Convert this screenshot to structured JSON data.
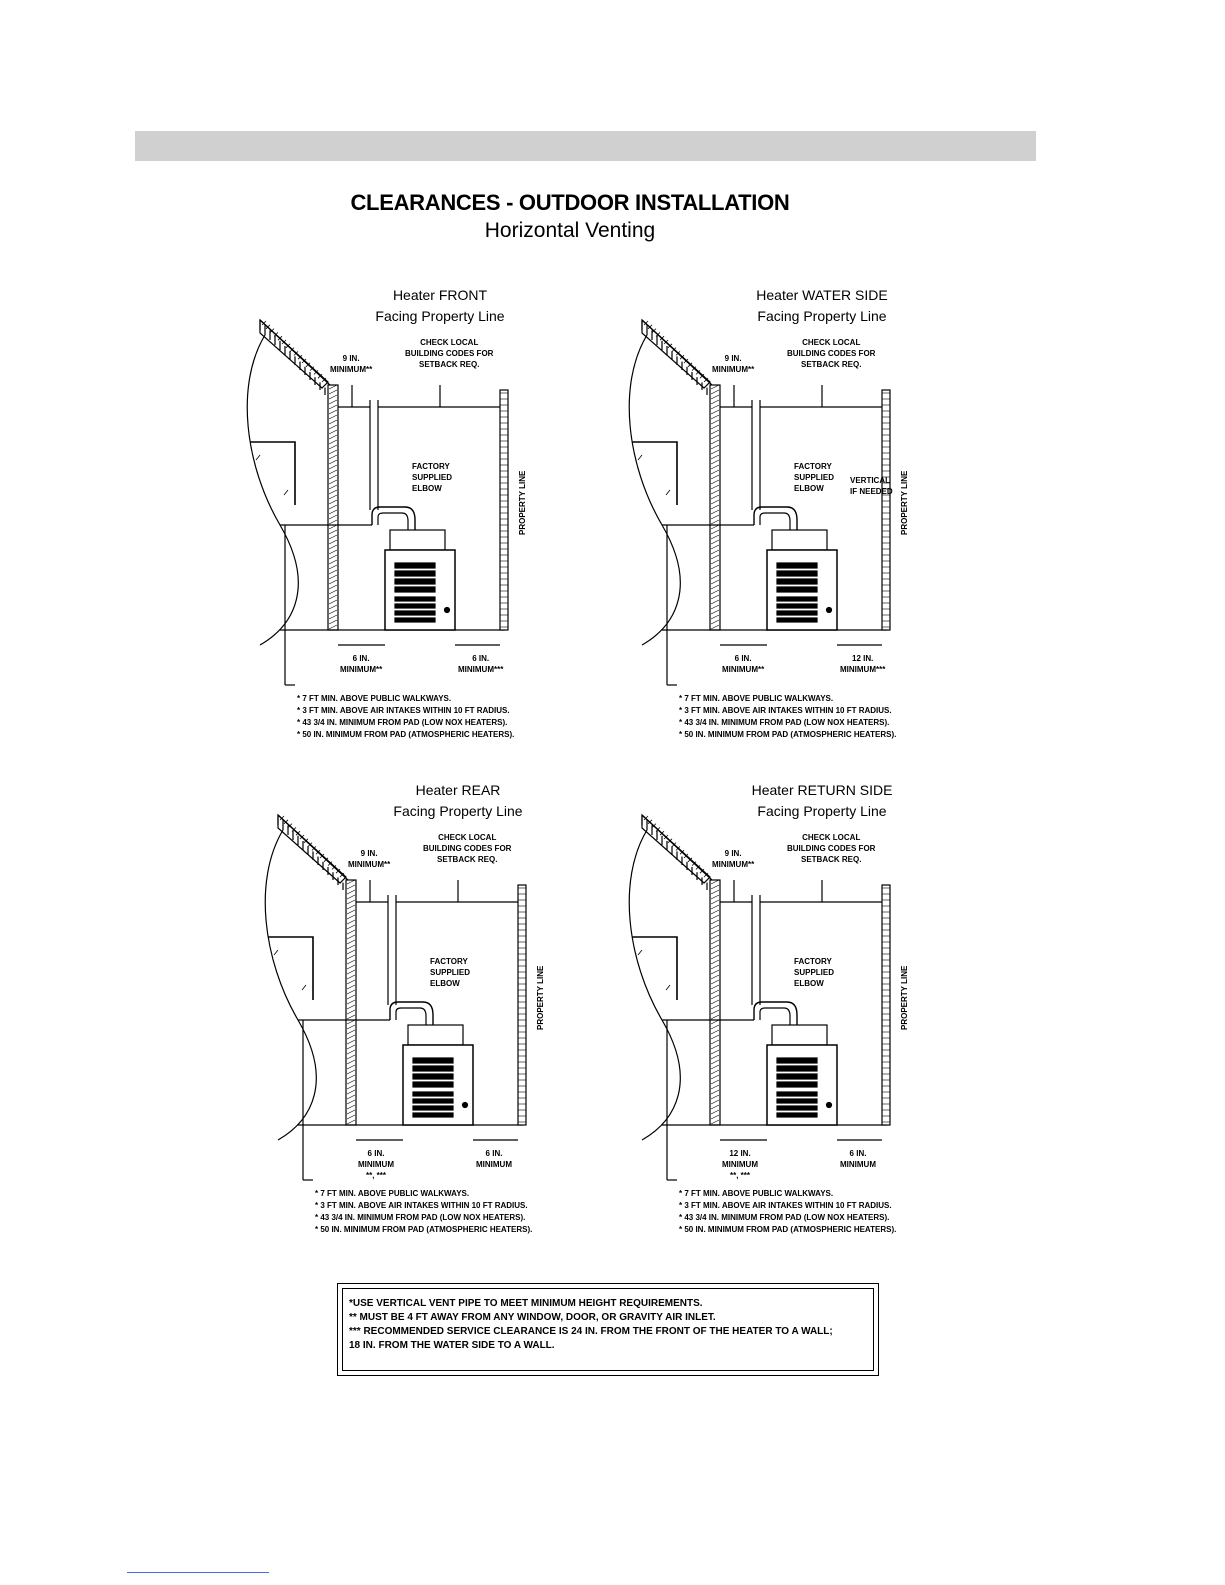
{
  "title": "CLEARANCES - OUTDOOR INSTALLATION",
  "subtitle": "Horizontal Venting",
  "panels": [
    {
      "title_line1": "Heater FRONT",
      "title_line2": "Facing Property Line",
      "wall_clearance": "9 IN.\nMINIMUM**",
      "setback": "CHECK LOCAL\nBUILDING CODES FOR\nSETBACK REQ.",
      "elbow": "FACTORY\nSUPPLIED\nELBOW",
      "vertical": "",
      "property_line": "PROPERTY LINE",
      "left_min": "6 IN.\nMINIMUM**",
      "right_min": "6 IN.\nMINIMUM***",
      "notes": [
        "* 7 FT MIN. ABOVE PUBLIC WALKWAYS.",
        "* 3 FT MIN. ABOVE AIR INTAKES WITHIN 10 FT RADIUS.",
        "* 43 3/4 IN. MINIMUM FROM PAD (LOW NOX HEATERS).",
        "* 50 IN. MINIMUM FROM PAD (ATMOSPHERIC HEATERS)."
      ]
    },
    {
      "title_line1": "Heater WATER SIDE",
      "title_line2": "Facing Property Line",
      "wall_clearance": "9 IN.\nMINIMUM**",
      "setback": "CHECK LOCAL\nBUILDING CODES FOR\nSETBACK REQ.",
      "elbow": "FACTORY\nSUPPLIED\nELBOW",
      "vertical": "VERTICAL\nIF NEEDED",
      "property_line": "PROPERTY LINE",
      "left_min": "6 IN.\nMINIMUM**",
      "right_min": "12 IN.\nMINIMUM***",
      "notes": [
        "* 7 FT MIN. ABOVE PUBLIC WALKWAYS.",
        "* 3 FT MIN. ABOVE AIR INTAKES WITHIN 10 FT RADIUS.",
        "* 43 3/4 IN. MINIMUM FROM PAD (LOW NOX HEATERS).",
        "* 50 IN. MINIMUM FROM PAD (ATMOSPHERIC HEATERS)."
      ]
    },
    {
      "title_line1": "Heater REAR",
      "title_line2": "Facing Property Line",
      "wall_clearance": "9 IN.\nMINIMUM**",
      "setback": "CHECK LOCAL\nBUILDING CODES FOR\nSETBACK REQ.",
      "elbow": "FACTORY\nSUPPLIED\nELBOW",
      "vertical": "",
      "property_line": "PROPERTY LINE",
      "left_min": "6 IN.\nMINIMUM\n**, ***",
      "right_min": "6 IN.\nMINIMUM",
      "notes": [
        "* 7 FT MIN. ABOVE PUBLIC WALKWAYS.",
        "* 3 FT MIN. ABOVE AIR INTAKES WITHIN 10 FT RADIUS.",
        "* 43 3/4 IN. MINIMUM FROM PAD (LOW NOX HEATERS).",
        "* 50 IN. MINIMUM FROM PAD (ATMOSPHERIC HEATERS)."
      ]
    },
    {
      "title_line1": "Heater RETURN SIDE",
      "title_line2": "Facing Property Line",
      "wall_clearance": "9 IN.\nMINIMUM**",
      "setback": "CHECK LOCAL\nBUILDING CODES FOR\nSETBACK REQ.",
      "elbow": "FACTORY\nSUPPLIED\nELBOW",
      "vertical": "",
      "property_line": "PROPERTY LINE",
      "left_min": "12 IN.\nMINIMUM\n**, ***",
      "right_min": "6 IN.\nMINIMUM",
      "notes": [
        "* 7 FT MIN. ABOVE PUBLIC WALKWAYS.",
        "* 3 FT MIN. ABOVE AIR INTAKES WITHIN 10 FT RADIUS.",
        "* 43 3/4 IN. MINIMUM FROM PAD (LOW NOX HEATERS).",
        "* 50 IN. MINIMUM FROM PAD (ATMOSPHERIC HEATERS)."
      ]
    }
  ],
  "footnotes": [
    "*USE VERTICAL VENT PIPE TO MEET MINIMUM HEIGHT REQUIREMENTS.",
    "** MUST BE 4 FT AWAY FROM ANY WINDOW, DOOR, OR GRAVITY AIR INLET.",
    "*** RECOMMENDED SERVICE CLEARANCE IS 24 IN. FROM THE FRONT OF THE HEATER TO A WALL;",
    "18 IN. FROM THE WATER SIDE TO A WALL."
  ]
}
